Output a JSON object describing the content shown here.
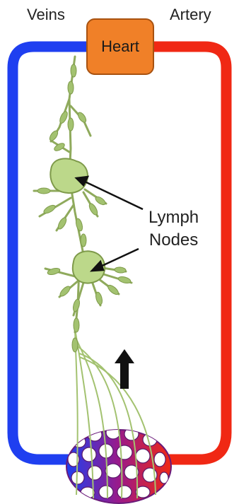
{
  "labels": {
    "veins": "Veins",
    "artery": "Artery",
    "heart": "Heart",
    "lymph_nodes_line1": "Lymph",
    "lymph_nodes_line2": "Nodes"
  },
  "colors": {
    "vein": "#1f3ff0",
    "artery": "#f02814",
    "heart": "#f08028",
    "lymph": "#a3c270",
    "lymph_dark": "#7e9a4a",
    "node": "#bcd88a",
    "capillary_bed": "#9a1a8a"
  },
  "icons": {
    "flow_arrow": "up-arrow-icon"
  }
}
